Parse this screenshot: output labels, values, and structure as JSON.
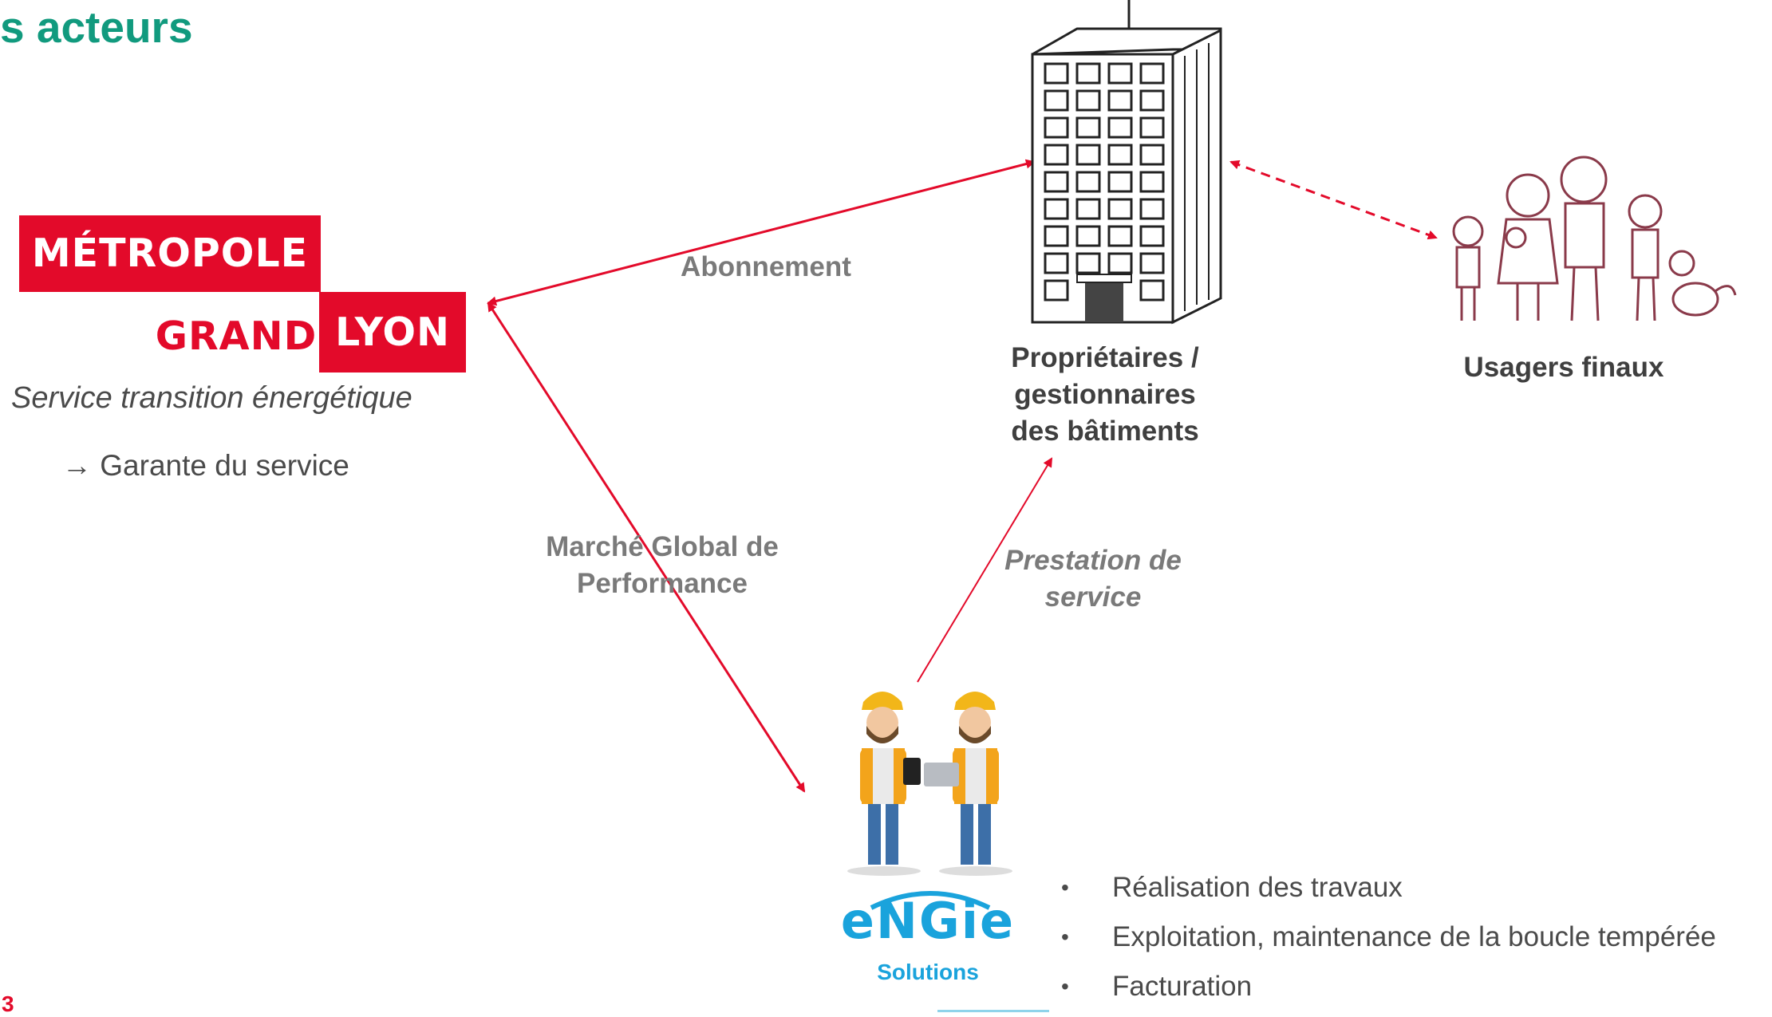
{
  "title": "s acteurs",
  "metropole": {
    "logo_line1": "MÉTROPOLE",
    "logo_grand": "GRAND",
    "logo_lyon": "LYON",
    "service": "Service transition énergétique",
    "role": "→ Garante du service",
    "brand_color": "#e30a2a"
  },
  "links": {
    "abonnement": "Abonnement",
    "marche_line1": "Marché Global de",
    "marche_line2": "Performance",
    "prestation_line1": "Prestation de",
    "prestation_line2": "service"
  },
  "building": {
    "icon": "building-icon",
    "caption_line1": "Propriétaires /",
    "caption_line2": "gestionnaires",
    "caption_line3": "des bâtiments"
  },
  "users": {
    "icon": "family-icon",
    "caption": "Usagers finaux"
  },
  "engie": {
    "icon": "workers-icon",
    "wordmark": "eNGie",
    "subtitle": "Solutions",
    "tasks": [
      "Réalisation des travaux",
      "Exploitation, maintenance de la boucle tempérée",
      "Facturation"
    ],
    "brand_color": "#1aa3dc"
  },
  "page_number": "3",
  "colors": {
    "title": "#119a7e",
    "arrows": "#e30a2a"
  }
}
